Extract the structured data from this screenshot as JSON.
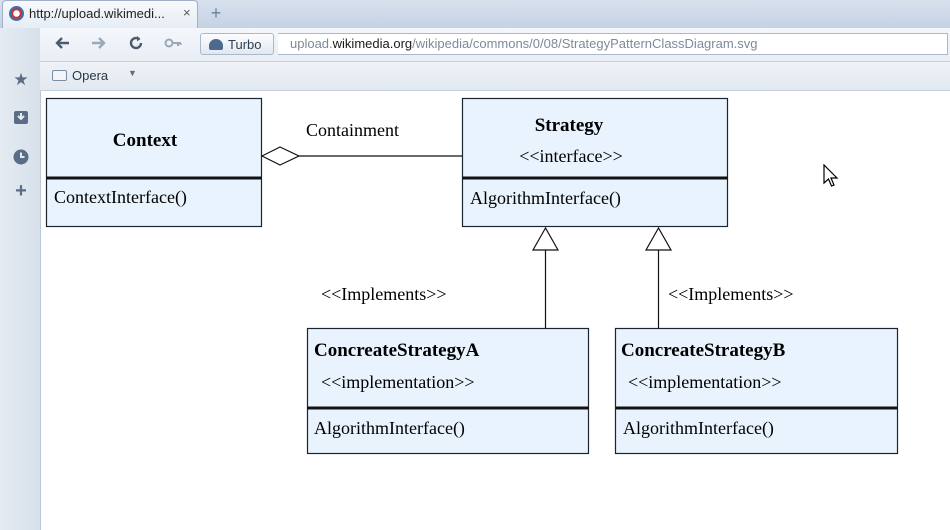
{
  "browser": {
    "tab": {
      "title": "http://upload.wikimedi...",
      "close_glyph": "×"
    },
    "new_tab_glyph": "+",
    "turbo_label": "Turbo",
    "address": {
      "prefix": "upload.",
      "domain": "wikimedia.org",
      "path": "/wikipedia/commons/0/08/StrategyPatternClassDiagram.svg"
    },
    "bookmarks_folder": "Opera",
    "nav_icons": [
      "back-icon",
      "forward-icon",
      "reload-icon",
      "key-icon"
    ],
    "sidebar_icons": [
      "star-icon",
      "download-icon",
      "history-icon",
      "add-panel-icon"
    ]
  },
  "diagram": {
    "context": {
      "name": "Context",
      "method": "ContextInterface()"
    },
    "containment_label": "Containment",
    "strategy": {
      "name": "Strategy",
      "stereotype": "<<interface>>",
      "method": "AlgorithmInterface()"
    },
    "implements_label_left": "<<Implements>>",
    "implements_label_right": "<<Implements>>",
    "concrete_a": {
      "name": "ConcreateStrategyA",
      "stereotype": "<<implementation>>",
      "method": "AlgorithmInterface()"
    },
    "concrete_b": {
      "name": "ConcreateStrategyB",
      "stereotype": "<<implementation>>",
      "method": "AlgorithmInterface()"
    }
  },
  "colors": {
    "class_fill": "#e8f3fd",
    "chrome": "#c9d6e6"
  }
}
